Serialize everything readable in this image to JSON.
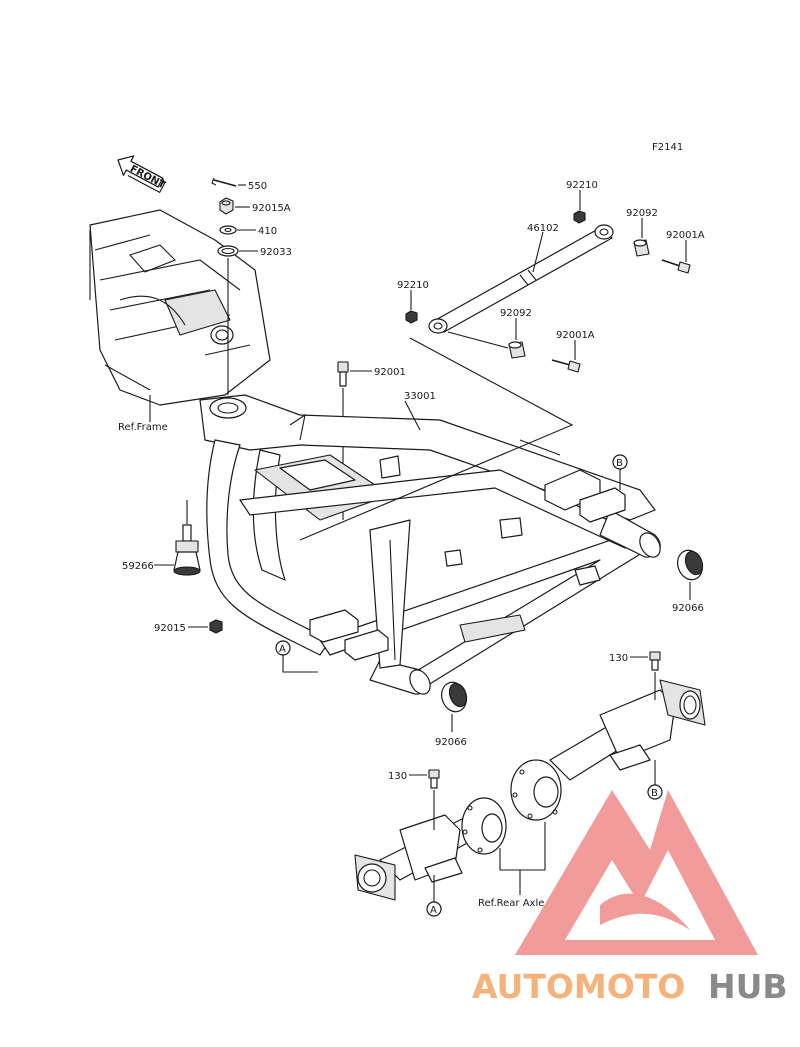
{
  "figure_code": "F2141",
  "front_label": "FRONT",
  "callouts": {
    "p550": "550",
    "p92015A": "92015A",
    "p410": "410",
    "p92033": "92033",
    "p92210_top": "92210",
    "p46102": "46102",
    "p92092_top": "92092",
    "p92001A_top": "92001A",
    "p92210_left": "92210",
    "p92092_low": "92092",
    "p92001A_low": "92001A",
    "p92001": "92001",
    "p33001": "33001",
    "p59266": "59266",
    "p92015": "92015",
    "p92066_right": "92066",
    "p92066_low": "92066",
    "p130_right": "130",
    "p130_left": "130"
  },
  "references": {
    "ref_frame": "Ref.Frame",
    "ref_rear_axle": "Ref.Rear Axle"
  },
  "markers": {
    "a1": "A",
    "a2": "A",
    "b1": "B",
    "b2": "B"
  },
  "watermark": {
    "part1": "AUTOMOTO",
    "part2": "HUB",
    "color1": "#f5b27a",
    "color2": "#8a8a8a",
    "logo_color": "#f08a8a"
  }
}
